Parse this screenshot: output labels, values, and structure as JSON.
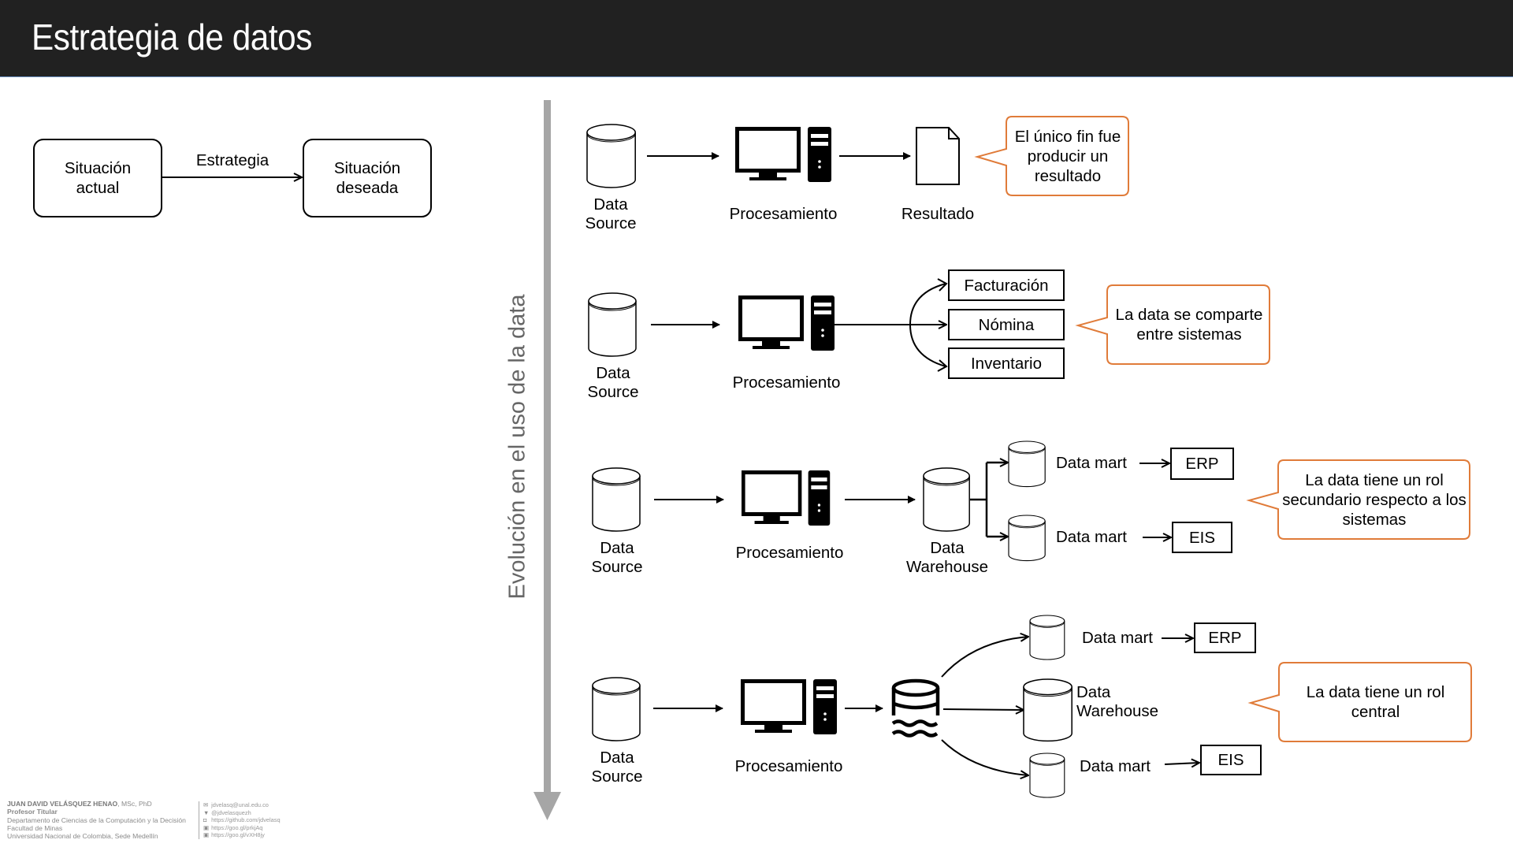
{
  "header": {
    "title": "Estrategia de datos"
  },
  "strategy": {
    "from": "Situación actual",
    "arrow_label": "Estrategia",
    "to": "Situación deseada"
  },
  "axis_label": "Evolución en el uso de la data",
  "stage1": {
    "source": "Data Source",
    "processing": "Procesamiento",
    "output": "Resultado",
    "callout": "El único fin fue producir un resultado"
  },
  "stage2": {
    "source": "Data Source",
    "processing": "Procesamiento",
    "systems": [
      "Facturación",
      "Nómina",
      "Inventario"
    ],
    "callout": "La data se comparte entre sistemas"
  },
  "stage3": {
    "source": "Data Source",
    "processing": "Procesamiento",
    "warehouse": "Data Warehouse",
    "marts": [
      {
        "label": "Data mart",
        "system": "ERP"
      },
      {
        "label": "Data mart",
        "system": "EIS"
      }
    ],
    "callout": "La data tiene un rol secundario respecto a los sistemas"
  },
  "stage4": {
    "source": "Data Source",
    "processing": "Procesamiento",
    "lake_icon": "data-lake-icon",
    "top_mart": {
      "label": "Data mart",
      "system": "ERP"
    },
    "warehouse": "Data Warehouse",
    "bottom_mart": {
      "label": "Data mart",
      "system": "EIS"
    },
    "callout": "La data tiene un rol central"
  },
  "footer": {
    "name": "JUAN DAVID VELÁSQUEZ HENAO",
    "degrees": ", MSc, PhD",
    "role": "Profesor Titular",
    "department": "Departamento de Ciencias de la Computación y la Decisión",
    "faculty": "Facultad de Minas",
    "university": "Universidad Nacional de Colombia, Sede Medellín",
    "contacts": [
      {
        "icon": "email-icon",
        "glyph": "✉",
        "text": "jdvelasq@unal.edu.co"
      },
      {
        "icon": "twitter-icon",
        "glyph": "🐦",
        "text": "@jdvelasquezh"
      },
      {
        "icon": "github-icon",
        "glyph": "◘",
        "text": "https://github.com/jdvelasq"
      },
      {
        "icon": "linkedin-icon",
        "glyph": "▣",
        "text": "https://goo.gl/prkjAq"
      },
      {
        "icon": "researchgate-icon",
        "glyph": "▣",
        "text": "https://goo.gl/vXH8jy"
      }
    ]
  },
  "colors": {
    "header_bg": "#212121",
    "callout_border": "#e07b39",
    "axis_gray": "#a6a6a6"
  }
}
